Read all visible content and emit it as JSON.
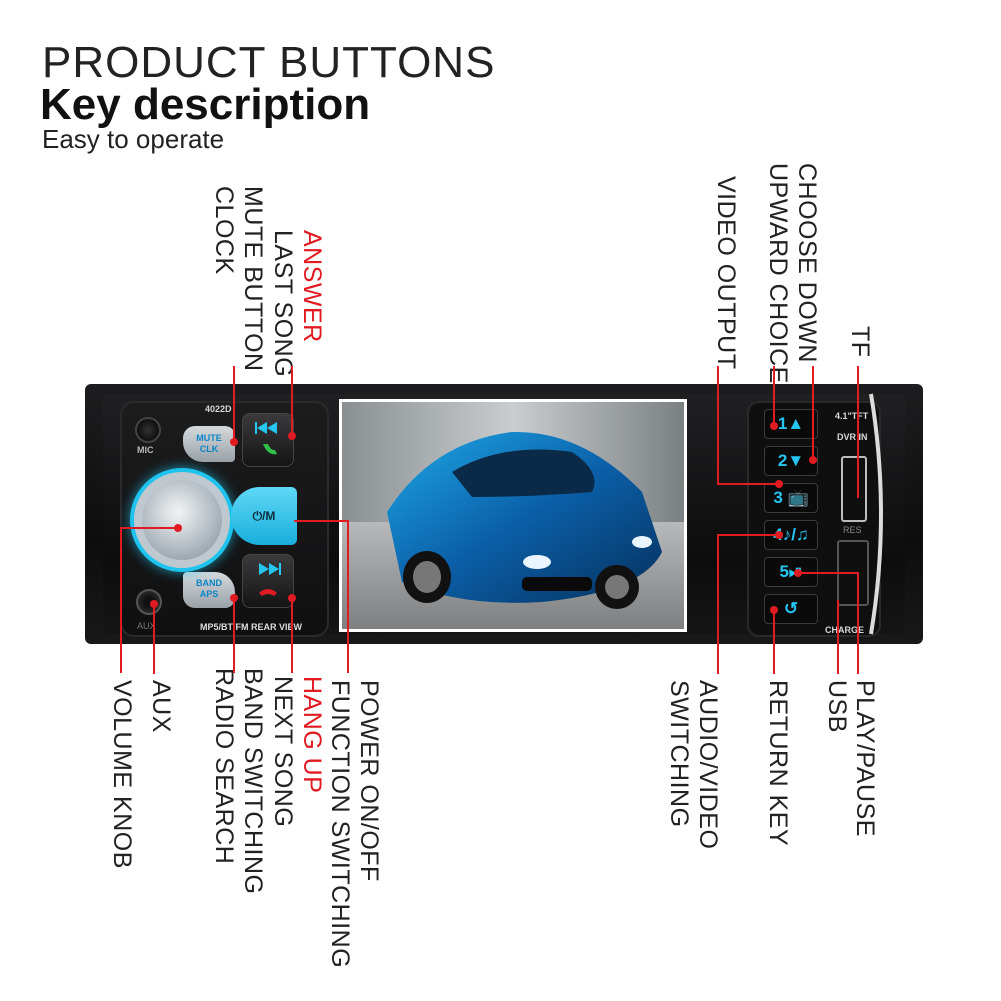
{
  "header": {
    "line1": "PRODUCT BUTTONS",
    "line2": "Key description",
    "line3": "Easy to operate"
  },
  "device": {
    "model": "4022D",
    "mic": "MIC",
    "aux": "AUX",
    "mute_clk": [
      "MUTE",
      "CLK"
    ],
    "band_aps": [
      "BAND",
      "APS"
    ],
    "power": "⏻/M",
    "bottom_strip": "MP5/BT/FM  REAR VIEW",
    "tft": "4.1\"TFT",
    "dvr_in": "DVR IN",
    "res": "RES",
    "charge": "CHARGE",
    "buttons": [
      "1▲",
      "2▼",
      "3 📺",
      "4♪/♫",
      "5⏯",
      "↺"
    ]
  },
  "labels": {
    "top_left": [
      {
        "lines": [
          "MUTE BUTTON",
          "CLOCK"
        ],
        "red": []
      },
      {
        "lines": [
          "ANSWER",
          "LAST SONG"
        ],
        "red": [
          0
        ]
      }
    ],
    "top_right": [
      {
        "lines": [
          "VIDEO OUTPUT"
        ]
      },
      {
        "lines": [
          "CHOOSE DOWN",
          "UPWARD CHOICE"
        ]
      },
      {
        "lines": [
          "TF"
        ]
      }
    ],
    "bottom_left": [
      {
        "lines": [
          "VOLUME KNOB"
        ]
      },
      {
        "lines": [
          "AUX"
        ]
      },
      {
        "lines": [
          "BAND SWITCHING",
          "RADIO SEARCH"
        ]
      },
      {
        "lines": [
          "HANG UP",
          "NEXT SONG"
        ],
        "red": [
          0
        ]
      },
      {
        "lines": [
          "POWER ON/OFF",
          "FUNCTION SWITCHING"
        ]
      }
    ],
    "bottom_right": [
      {
        "lines": [
          "AUDIO/VIDEO",
          "SWITCHING"
        ]
      },
      {
        "lines": [
          "RETURN KEY"
        ]
      },
      {
        "lines": [
          "USB"
        ]
      },
      {
        "lines": [
          "PLAY/PAUSE"
        ]
      }
    ]
  },
  "colors": {
    "accent_blue": "#1ec3ee",
    "callout_red": "#e11b22"
  }
}
